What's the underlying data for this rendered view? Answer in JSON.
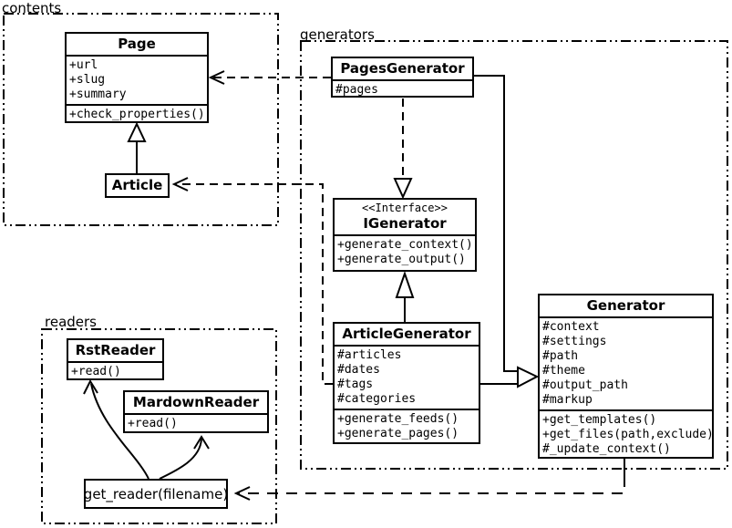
{
  "diagram": {
    "packages": {
      "contents": {
        "label": "contents"
      },
      "generators": {
        "label": "generators"
      },
      "readers": {
        "label": "readers"
      }
    },
    "classes": {
      "page": {
        "title": "Page",
        "attributes": [
          "+url",
          "+slug",
          "+summary"
        ],
        "methods": [
          "+check_properties()"
        ]
      },
      "article": {
        "title": "Article"
      },
      "pages_generator": {
        "title": "PagesGenerator",
        "attributes": [
          "#pages"
        ]
      },
      "igenerator": {
        "stereotype": "<<Interface>>",
        "title": "IGenerator",
        "methods": [
          "+generate_context()",
          "+generate_output()"
        ]
      },
      "article_generator": {
        "title": "ArticleGenerator",
        "attributes": [
          "#articles",
          "#dates",
          "#tags",
          "#categories"
        ],
        "methods": [
          "+generate_feeds()",
          "+generate_pages()"
        ]
      },
      "generator": {
        "title": "Generator",
        "attributes": [
          "#context",
          "#settings",
          "#path",
          "#theme",
          "#output_path",
          "#markup"
        ],
        "methods": [
          "+get_templates()",
          "+get_files(path,exclude)",
          "#_update_context()"
        ]
      },
      "rst_reader": {
        "title": "RstReader",
        "methods": [
          "+read()"
        ]
      },
      "mardown_reader": {
        "title": "MardownReader",
        "methods": [
          "+read()"
        ]
      },
      "get_reader": {
        "label": "get_reader(filename)"
      }
    },
    "colors": {
      "line": "#000000",
      "background": "#ffffff"
    }
  }
}
